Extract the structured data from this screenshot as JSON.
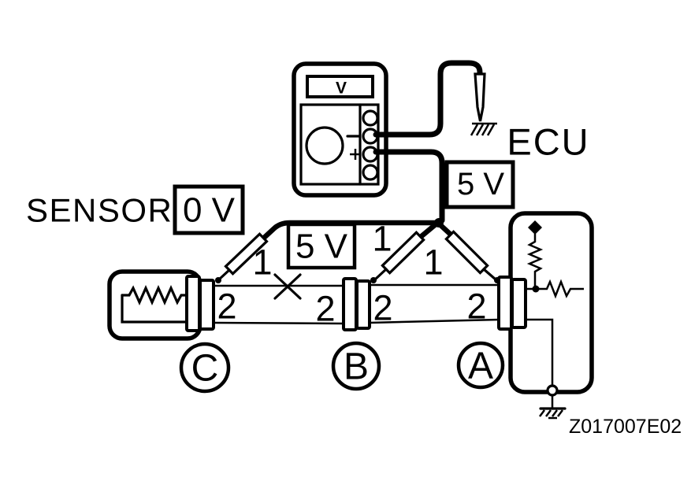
{
  "page": {
    "background": "#ffffff",
    "ink": "#000000"
  },
  "labels": {
    "sensor": "SENSOR",
    "ecu": "ECU",
    "figure_id": "Z017007E02"
  },
  "voltage_boxes": {
    "sensor": "0 V",
    "harness": "5 V",
    "ecu": "5 V"
  },
  "multimeter": {
    "display": "V"
  },
  "connector_ids": {
    "c": "C",
    "b": "B",
    "a": "A"
  },
  "terminals": {
    "one": "1",
    "two": "2"
  }
}
